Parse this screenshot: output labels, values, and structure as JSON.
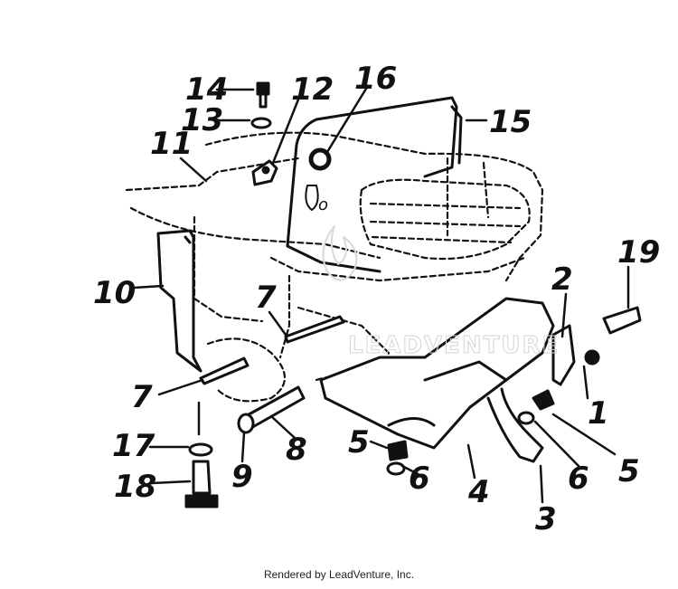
{
  "callouts": [
    "14",
    "13",
    "11",
    "12",
    "16",
    "15",
    "10",
    "7",
    "7",
    "19",
    "2",
    "1",
    "5",
    "5",
    "6",
    "6",
    "17",
    "18",
    "9",
    "8",
    "4",
    "3"
  ],
  "watermark": "LEADVENTURE",
  "footer": "Rendered by LeadVenture, Inc.",
  "colors": {
    "ink": "#111111",
    "watermark": "#d9d9d9"
  }
}
